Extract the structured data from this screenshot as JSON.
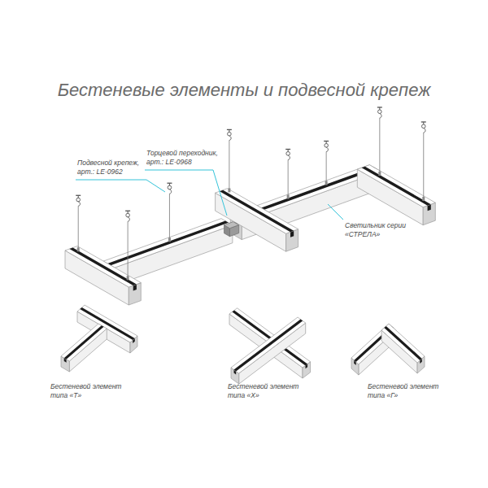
{
  "diagram": {
    "title": "Бестеневые элементы и подвесной крепеж",
    "labels": [
      "Подвесной крепеж, арт.: LE-0962",
      "Торцевой переходник, арт.: LE-0968",
      "Светильник серии «СТРЕЛА»",
      "Бестеневой элемент типа «Т»",
      "Бестеневой элемент типа «Х»",
      "Бестеневой элемент типа «Г»"
    ]
  }
}
